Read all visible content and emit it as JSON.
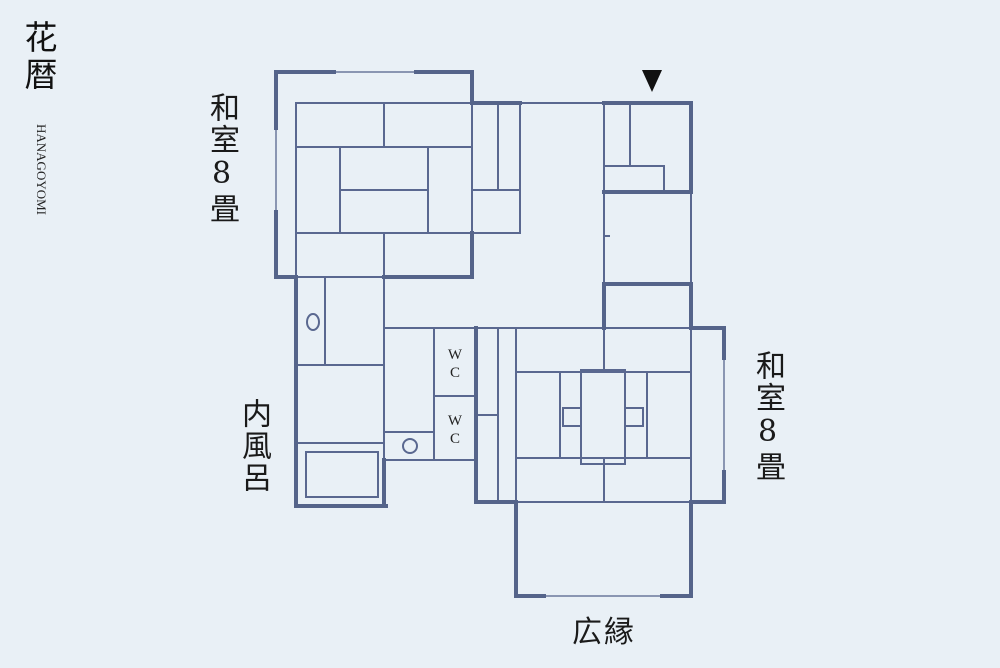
{
  "brand": {
    "name": "花暦",
    "romaji": "HANAGOYOMI"
  },
  "rooms": {
    "washitsu_left": "和室8畳",
    "washitsu_right": "和室8畳",
    "uchiburo": "内風呂",
    "hiroen": "広縁",
    "wc_top": "WC",
    "wc_bottom": "WC"
  },
  "colors": {
    "background": "#e9f0f6",
    "wall": "#55648a",
    "thin_line": "#6a789c"
  }
}
